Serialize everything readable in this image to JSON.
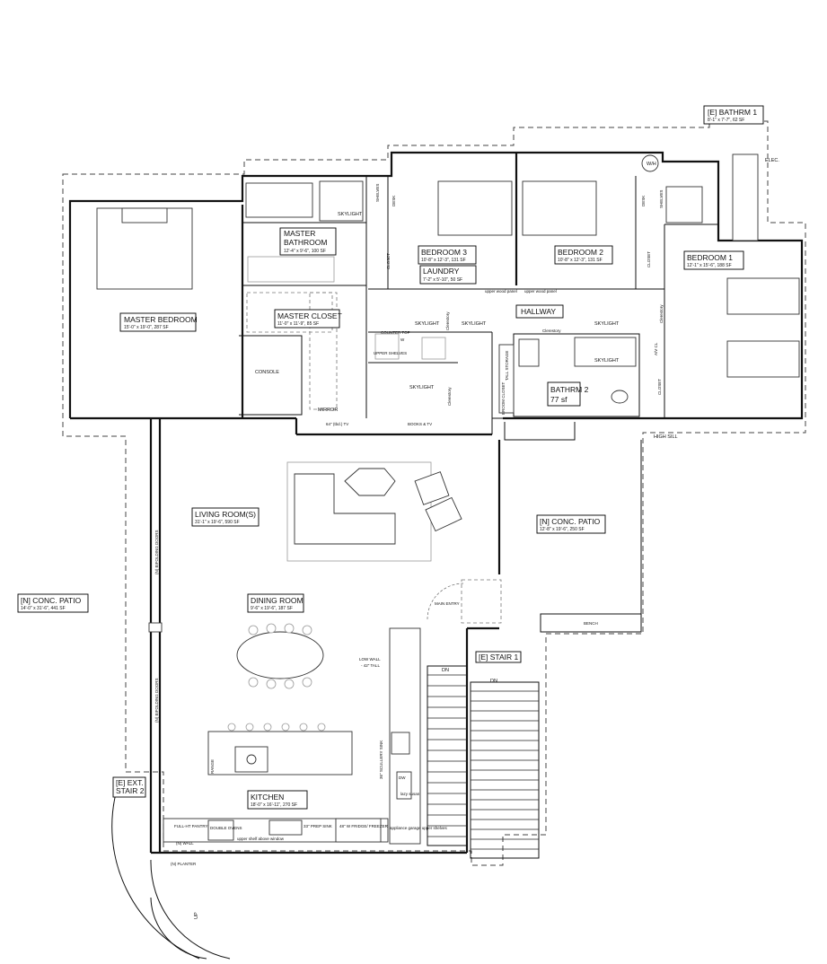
{
  "rooms": {
    "master_bedroom": {
      "name": "MASTER BEDROOM",
      "area": "15'-0\" x 19'-0\", 287 SF"
    },
    "master_bathroom_1": {
      "name": "MASTER"
    },
    "master_bathroom_2": {
      "name": "BATHROOM",
      "area": "12'-4\" x 9'-6\", 100 SF"
    },
    "master_closet": {
      "name": "MASTER CLOSET",
      "area": "11'-0\" x 11'-9\", 85 SF"
    },
    "bedroom_3": {
      "name": "BEDROOM 3",
      "area": "10'-8\" x 12'-3\", 131 SF"
    },
    "bedroom_2": {
      "name": "BEDROOM 2",
      "area": "10'-8\" x 12'-3\", 131 SF"
    },
    "laundry": {
      "name": "LAUNDRY",
      "area": "7'-2\" x 5'-10\", 50 SF"
    },
    "bedroom_1": {
      "name": "BEDROOM 1",
      "area": "12'-1\" x 15'-6\", 188 SF"
    },
    "e_bathrm_1": {
      "name": "[E] BATHRM 1",
      "area": "8'-1\" x 7'-7\", 62 SF"
    },
    "hallway": {
      "name": "HALLWAY"
    },
    "bathrm_2": {
      "name": "BATHRM 2",
      "area": "77 sf"
    },
    "living_room": {
      "name": "LIVING ROOM(S)",
      "area": "31'-1\" x 19'-6\", 590 SF"
    },
    "dining_room": {
      "name": "DINING ROOM",
      "area": "9'-6\" x 19'-6\", 187 SF"
    },
    "kitchen": {
      "name": "KITCHEN",
      "area": "18'-0\" x 16'-11\", 270 SF"
    },
    "patio_left": {
      "name": "[N] CONC. PATIO",
      "area": "14'-0\" x 31'-6\", 441 SF"
    },
    "patio_right": {
      "name": "[N] CONC. PATIO",
      "area": "12'-8\" x 19'-6\", 250 SF"
    },
    "stair_1": {
      "name": "[E] STAIR 1"
    },
    "stair_2_a": {
      "name": "[E] EXT."
    },
    "stair_2_b": {
      "name": "STAIR 2"
    }
  },
  "notes": {
    "skylight": "SKYLIGHT",
    "shelves": "SHELVES",
    "desk": "DESK",
    "closet": "CLOSET",
    "wh": "W/H",
    "elec": "ELEC.",
    "console": "CONSOLE",
    "mirror": "MIRROR",
    "clerestory": "Clerestory",
    "counter_top": "COUNTER TOP",
    "w": "W",
    "upper_shelves": "UPPER SHELVES",
    "upper_wood_panel": "upper wood panel",
    "tall_storage": "TALL STORAGE",
    "broom_closet": "BROOM CLOSET",
    "av_cl": "A/V CL",
    "high_sill": "HIGH SILL",
    "tv_label": "64\" (tbd.) TV",
    "books_tv": "BOOKS & TV",
    "main_entry": "MAIN ENTRY",
    "bench": "BENCH",
    "low_wall": "LOW WALL",
    "low_wall_height": "- 42\" TALL",
    "dn": "DN",
    "up": "UP",
    "scullery_sink": "36\" SCULLERY SINK",
    "dw": "DW",
    "lazy_susan": "lazy susan",
    "appliance_garage": "appliance garage upper shelves",
    "fridge": "48\" W FRIDGE/ FREEZER",
    "prep_sink": "33\" PREP SINK",
    "upper_shelf": "upper shelf above window",
    "double_ovens": "DOUBLE OVENS",
    "full_ht_pantry": "FULL-HT PANTRY",
    "n_wall": "(N) WALL",
    "n_planter": "(N) PLANTER",
    "n_window_wall_1": "(N) BIFOLDING DOORS",
    "n_window_wall_2": "(N) BIFOLDING DOORS",
    "range_note": "RANGE"
  }
}
